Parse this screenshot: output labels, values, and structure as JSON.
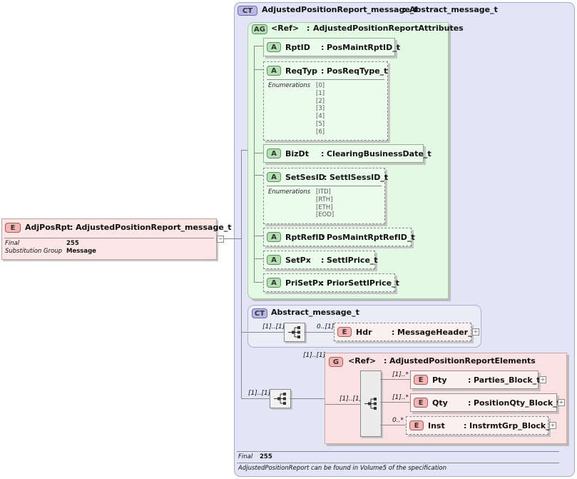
{
  "root": {
    "badge": "E",
    "name": "AdjPosRpt",
    "type": "AdjustedPositionReport_message_t",
    "props": [
      {
        "label": "Final",
        "value": "255"
      },
      {
        "label": "Substitution Group",
        "value": "Message"
      }
    ]
  },
  "complex_type": {
    "badge": "CT",
    "name": "AdjustedPositionReport_message_t",
    "base": "Abstract_message_t",
    "footer_label": "Final",
    "footer_value": "255",
    "footer_note": "AdjustedPositionReport can be found in Volume5 of the specification"
  },
  "attribute_group": {
    "badge": "AG",
    "name": "<Ref>",
    "type": "AdjustedPositionReportAttributes",
    "attributes": [
      {
        "badge": "A",
        "name": "RptID",
        "type": "PosMaintRptID_t"
      },
      {
        "badge": "A",
        "name": "ReqTyp",
        "type": "PosReqType_t",
        "enum_label": "Enumerations",
        "enums": [
          "[0]",
          "[1]",
          "[2]",
          "[3]",
          "[4]",
          "[5]",
          "[6]"
        ]
      },
      {
        "badge": "A",
        "name": "BizDt",
        "type": "ClearingBusinessDate_t"
      },
      {
        "badge": "A",
        "name": "SetSesID",
        "type": "SettlSessID_t",
        "enum_label": "Enumerations",
        "enums": [
          "[ITD]",
          "[RTH]",
          "[ETH]",
          "[EOD]"
        ]
      },
      {
        "badge": "A",
        "name": "RptRefID",
        "type": "PosMaintRptRefID_t"
      },
      {
        "badge": "A",
        "name": "SetPx",
        "type": "SettlPrice_t"
      },
      {
        "badge": "A",
        "name": "PriSetPx",
        "type": "PriorSettlPrice_t"
      }
    ]
  },
  "abstract": {
    "badge": "CT",
    "name": "Abstract_message_t",
    "seq_card": "[1]..[1]",
    "hdr": {
      "badge": "E",
      "name": "Hdr",
      "type": "MessageHeader_t",
      "card": "0..[1]"
    }
  },
  "group": {
    "badge": "G",
    "name": "<Ref>",
    "type": "AdjustedPositionReportElements",
    "card": "[1]..[1]",
    "outer_seq_card": "[1]..[1]",
    "inner_seq_card": "[1]..[1]",
    "elements": [
      {
        "badge": "E",
        "name": "Pty",
        "type": "Parties_Block_t",
        "card": "[1]..*"
      },
      {
        "badge": "E",
        "name": "Qty",
        "type": "PositionQty_Block_t",
        "card": "[1]..*"
      },
      {
        "badge": "E",
        "name": "Inst",
        "type": "InstrmtGrp_Block_t",
        "card": "0..*"
      }
    ]
  }
}
